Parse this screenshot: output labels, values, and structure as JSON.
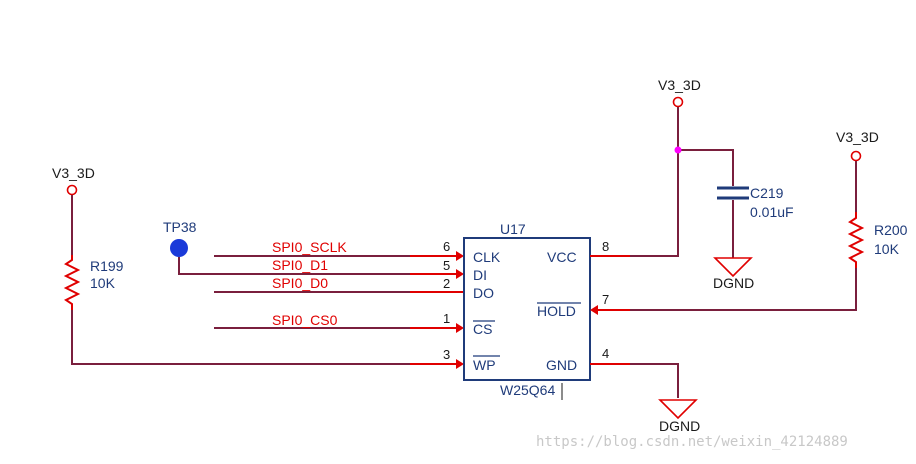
{
  "ic": {
    "ref": "U17",
    "part": "W25Q64",
    "pins_left": [
      {
        "num": "6",
        "name": "CLK",
        "net": "SPI0_SCLK"
      },
      {
        "num": "5",
        "name": "DI",
        "net": "SPI0_D1"
      },
      {
        "num": "2",
        "name": "DO",
        "net": "SPI0_D0"
      },
      {
        "num": "1",
        "name": "CS",
        "net": "SPI0_CS0"
      },
      {
        "num": "3",
        "name": "WP",
        "net": ""
      }
    ],
    "pins_right": [
      {
        "num": "8",
        "name": "VCC"
      },
      {
        "num": "7",
        "name": "HOLD"
      },
      {
        "num": "4",
        "name": "GND"
      }
    ]
  },
  "power": {
    "v33_left": "V3_3D",
    "v33_top": "V3_3D",
    "v33_right": "V3_3D"
  },
  "ground": {
    "gnd_cap": "DGND",
    "gnd_ic": "DGND"
  },
  "components": {
    "r199": {
      "ref": "R199",
      "value": "10K"
    },
    "r200": {
      "ref": "R200",
      "value": "10K"
    },
    "c219": {
      "ref": "C219",
      "value": "0.01uF"
    },
    "tp38": {
      "ref": "TP38"
    }
  },
  "colors": {
    "wire": "#7a1f3d",
    "signal": "#e00000",
    "part": "#1f3b7a",
    "junction": "#ff00ff"
  },
  "watermark": "https://blog.csdn.net/weixin_42124889"
}
